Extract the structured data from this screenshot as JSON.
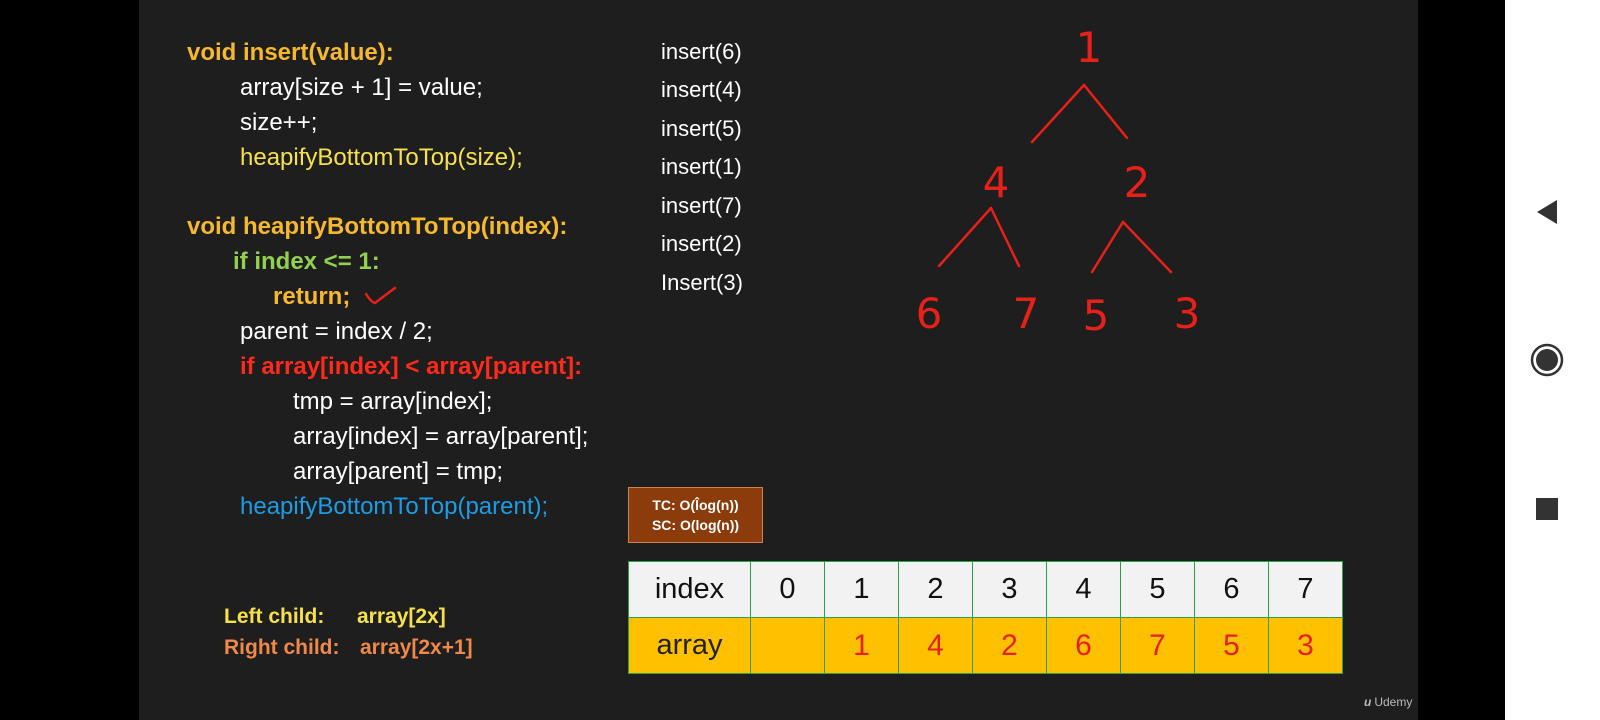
{
  "code": {
    "insert_signature": "void insert(value):",
    "insert_line1": "array[size + 1] = value;",
    "insert_line2": "size++;",
    "insert_line3": "heapifyBottomToTop(size);",
    "heapify_signature": "void heapifyBottomToTop(index):",
    "if_base": "if index <= 1:",
    "return_stmt": "return;",
    "parent_assign": "parent = index / 2;",
    "if_compare": "if array[index] < array[parent]:",
    "swap1": "tmp = array[index];",
    "swap2": "array[index] = array[parent];",
    "swap3": "array[parent] = tmp;",
    "recursive_call": "heapifyBottomToTop(parent);"
  },
  "children": {
    "left_label": "Left child:",
    "left_value": "array[2x]",
    "right_label": "Right child:",
    "right_value": "array[2x+1]"
  },
  "inserts": [
    "insert(6)",
    "insert(4)",
    "insert(5)",
    "insert(1)",
    "insert(7)",
    "insert(2)",
    "Insert(3)"
  ],
  "complexity": {
    "tc": "TC: O(l̂og(n))",
    "sc": "SC: O(log(n))"
  },
  "tree": {
    "root": "1",
    "level1": [
      "4",
      "2"
    ],
    "level2": [
      "6",
      "7",
      "5",
      "3"
    ]
  },
  "table": {
    "row_labels": [
      "index",
      "array"
    ],
    "indices": [
      "0",
      "1",
      "2",
      "3",
      "4",
      "5",
      "6",
      "7"
    ],
    "values": [
      "",
      "1",
      "4",
      "2",
      "6",
      "7",
      "5",
      "3"
    ]
  },
  "watermark": "Udemy",
  "colors": {
    "slide_bg": "#1e1e1e",
    "ink_red": "#e8201a",
    "table_header_bg": "#f2f2f2",
    "table_array_bg": "#ffc000",
    "complexity_bg": "#8b3c0a"
  },
  "icons": {
    "back": "triangle-back-icon",
    "home": "circle-home-icon",
    "recents": "square-recents-icon"
  }
}
